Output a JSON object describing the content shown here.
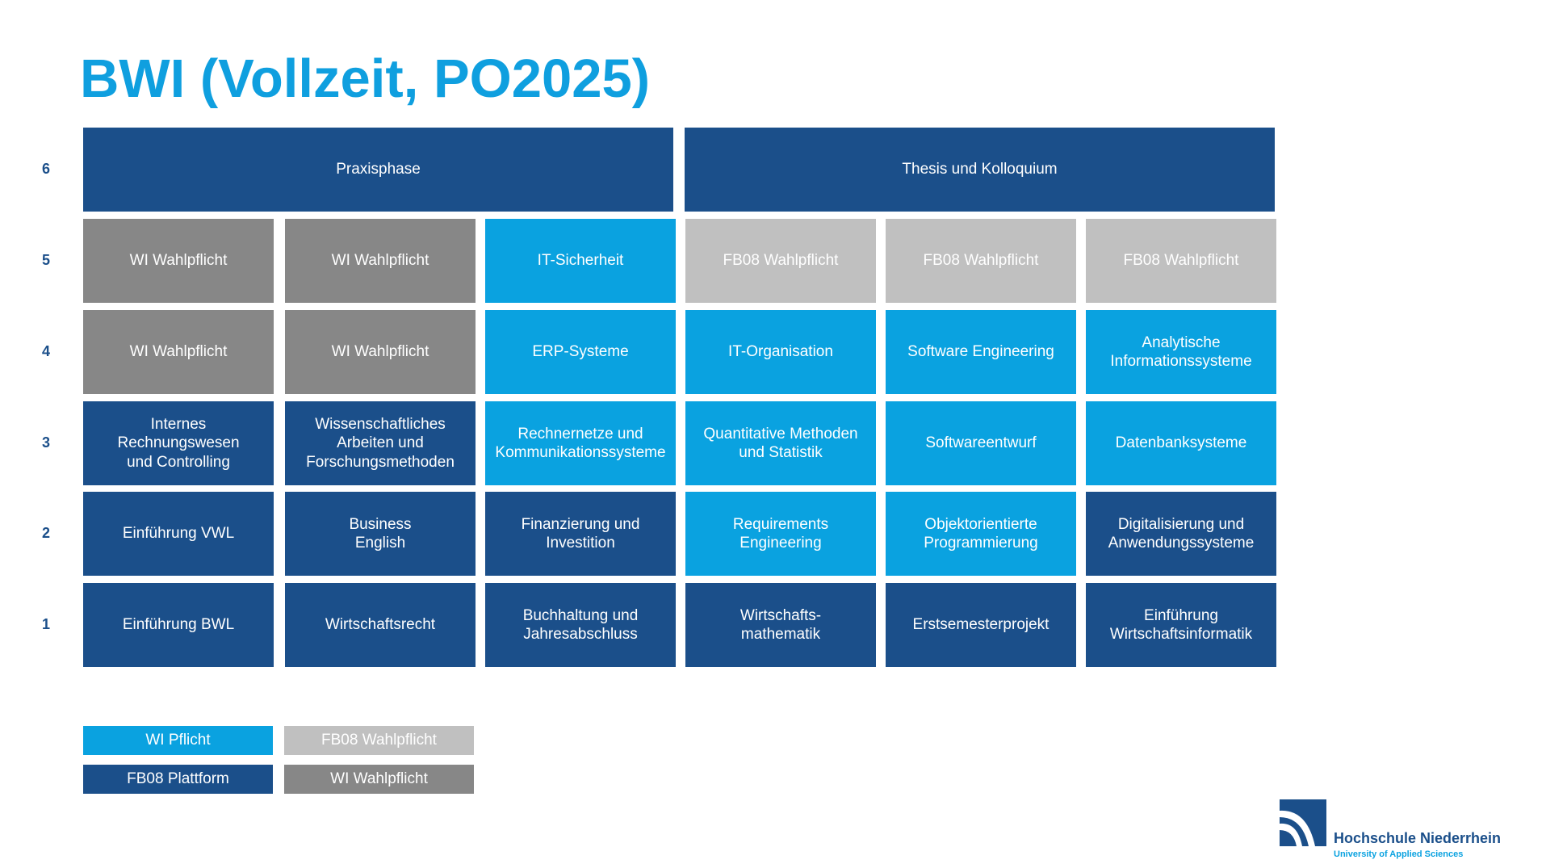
{
  "title": "BWI (Vollzeit, PO2025)",
  "colors": {
    "platform": "#1b4f8a",
    "pflicht": "#0aa2e0",
    "wi_wahlpflicht": "#878787",
    "fb08_wahlpflicht": "#c0c0c0",
    "title": "#0f9fdf"
  },
  "semesters": [
    {
      "label": "6",
      "modules": [
        {
          "name": "Praxisphase",
          "category": "platform"
        },
        {
          "name": "Thesis und Kolloquium",
          "category": "platform"
        }
      ]
    },
    {
      "label": "5",
      "modules": [
        {
          "name": "WI Wahlpflicht",
          "category": "wi_wahlpflicht"
        },
        {
          "name": "WI Wahlpflicht",
          "category": "wi_wahlpflicht"
        },
        {
          "name": "IT-Sicherheit",
          "category": "pflicht"
        },
        {
          "name": "FB08 Wahlpflicht",
          "category": "fb08_wahlpflicht"
        },
        {
          "name": "FB08 Wahlpflicht",
          "category": "fb08_wahlpflicht"
        },
        {
          "name": "FB08 Wahlpflicht",
          "category": "fb08_wahlpflicht"
        }
      ]
    },
    {
      "label": "4",
      "modules": [
        {
          "name": "WI Wahlpflicht",
          "category": "wi_wahlpflicht"
        },
        {
          "name": "WI Wahlpflicht",
          "category": "wi_wahlpflicht"
        },
        {
          "name": "ERP-Systeme",
          "category": "pflicht"
        },
        {
          "name": "IT-Organisation",
          "category": "pflicht"
        },
        {
          "name": "Software Engineering",
          "category": "pflicht"
        },
        {
          "name": "Analytische\nInformationssysteme",
          "category": "pflicht"
        }
      ]
    },
    {
      "label": "3",
      "modules": [
        {
          "name": "Internes\nRechnungswesen\nund Controlling",
          "category": "platform"
        },
        {
          "name": "Wissenschaftliches\nArbeiten und\nForschungsmethoden",
          "category": "platform"
        },
        {
          "name": "Rechnernetze und\nKommunikationssysteme",
          "category": "pflicht"
        },
        {
          "name": "Quantitative Methoden\nund Statistik",
          "category": "pflicht"
        },
        {
          "name": "Softwareentwurf",
          "category": "pflicht"
        },
        {
          "name": "Datenbanksysteme",
          "category": "pflicht"
        }
      ]
    },
    {
      "label": "2",
      "modules": [
        {
          "name": "Einführung VWL",
          "category": "platform"
        },
        {
          "name": "Business\nEnglish",
          "category": "platform"
        },
        {
          "name": "Finanzierung und\nInvestition",
          "category": "platform"
        },
        {
          "name": "Requirements\nEngineering",
          "category": "pflicht"
        },
        {
          "name": "Objektorientierte\nProgrammierung",
          "category": "pflicht"
        },
        {
          "name": "Digitalisierung und\nAnwendungssysteme",
          "category": "platform"
        }
      ]
    },
    {
      "label": "1",
      "modules": [
        {
          "name": "Einführung BWL",
          "category": "platform"
        },
        {
          "name": "Wirtschaftsrecht",
          "category": "platform"
        },
        {
          "name": "Buchhaltung und\nJahresabschluss",
          "category": "platform"
        },
        {
          "name": "Wirtschafts-\nmathematik",
          "category": "platform"
        },
        {
          "name": "Erstsemesterprojekt",
          "category": "platform"
        },
        {
          "name": "Einführung\nWirtschaftsinformatik",
          "category": "platform"
        }
      ]
    }
  ],
  "legend": [
    {
      "label": "WI Pflicht",
      "category": "pflicht"
    },
    {
      "label": "FB08 Wahlpflicht",
      "category": "fb08_wahlpflicht"
    },
    {
      "label": "FB08 Plattform",
      "category": "platform"
    },
    {
      "label": "WI Wahlpflicht",
      "category": "wi_wahlpflicht"
    }
  ],
  "logo": {
    "name": "Hochschule Niederrhein",
    "subtitle": "University of Applied Sciences"
  }
}
